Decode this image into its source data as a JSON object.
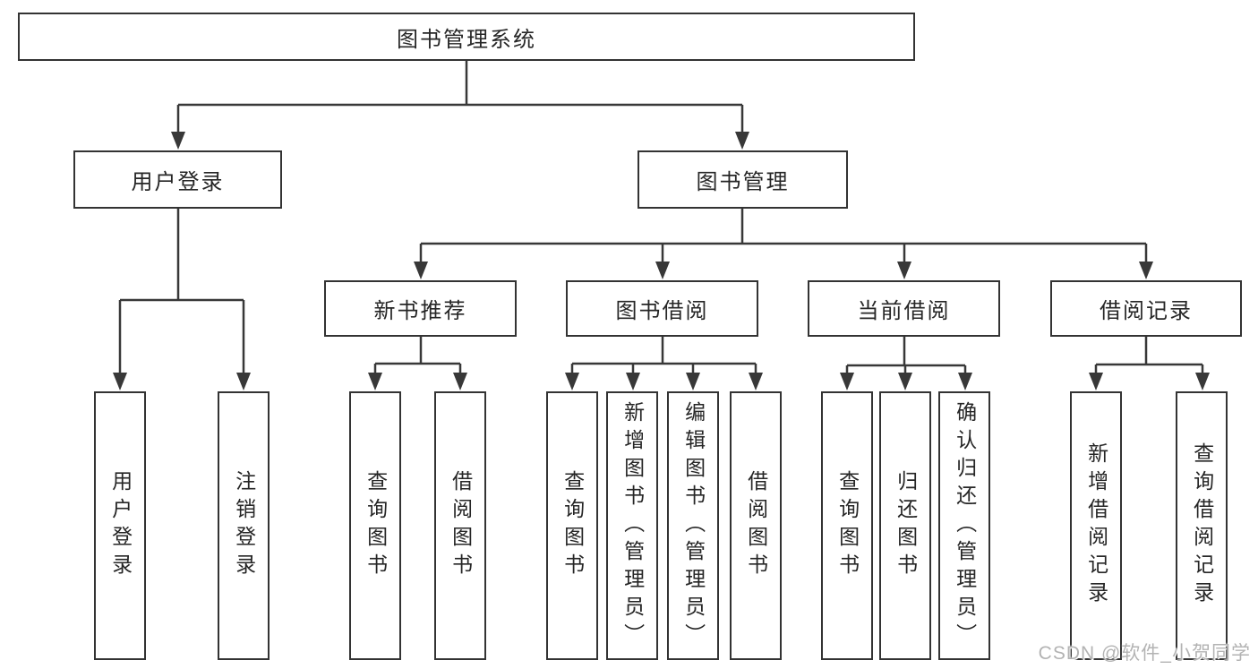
{
  "diagram": {
    "root": {
      "label": "图书管理系统"
    },
    "branches": [
      {
        "label": "用户登录",
        "children": [
          {
            "label": "用户登录"
          },
          {
            "label": "注销登录"
          }
        ]
      },
      {
        "label": "图书管理",
        "children": [
          {
            "label": "新书推荐",
            "children": [
              {
                "label": "查询图书"
              },
              {
                "label": "借阅图书"
              }
            ]
          },
          {
            "label": "图书借阅",
            "children": [
              {
                "label": "查询图书"
              },
              {
                "label": "新增图书（管理员）"
              },
              {
                "label": "编辑图书（管理员）"
              },
              {
                "label": "借阅图书"
              }
            ]
          },
          {
            "label": "当前借阅",
            "children": [
              {
                "label": "查询图书"
              },
              {
                "label": "归还图书"
              },
              {
                "label": "确认归还（管理员）"
              }
            ]
          },
          {
            "label": "借阅记录",
            "children": [
              {
                "label": "新增借阅记录"
              },
              {
                "label": "查询借阅记录"
              }
            ]
          }
        ]
      }
    ],
    "watermark": "CSDN @软件_小贺同学",
    "colors": {
      "line": "#333333",
      "text": "#262626",
      "box_background": "#ffffff",
      "watermark": "#b3b3b3"
    }
  }
}
